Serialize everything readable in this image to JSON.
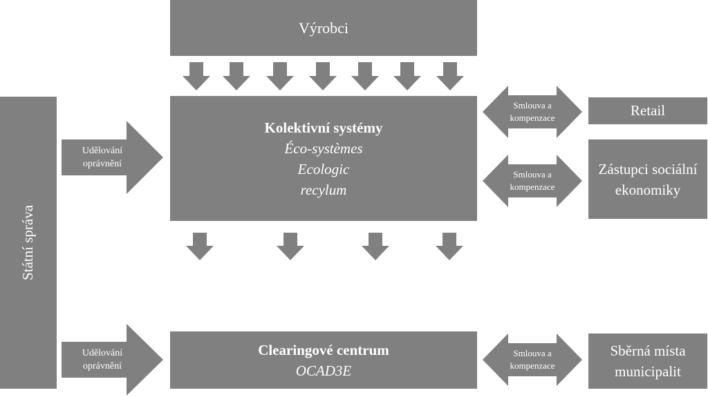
{
  "producers": {
    "label": "Výrobci"
  },
  "collective_systems": {
    "title": "Kolektivní systémy",
    "members": [
      "Éco-systèmes",
      "Ecologic",
      "recylum"
    ]
  },
  "clearing_center": {
    "title": "Clearingové centrum",
    "name": "OCAD3E"
  },
  "state_administration": {
    "label": "Státní správa"
  },
  "authorization_arrows": {
    "top": "Udělování oprávnění",
    "bottom": "Udělování oprávnění"
  },
  "contract_arrows": {
    "retail": "Smlouva a kompenzace",
    "social": "Smlouva a kompenzace",
    "municipal": "Smlouva a kompenzace"
  },
  "partners": {
    "retail": "Retail",
    "social_economy": "Zástupci sociální ekonomiky",
    "municipal_collection": "Sběrná místa municipalit"
  },
  "colors": {
    "fill": "#808080",
    "text": "#ffffff",
    "background": "#ffffff"
  }
}
